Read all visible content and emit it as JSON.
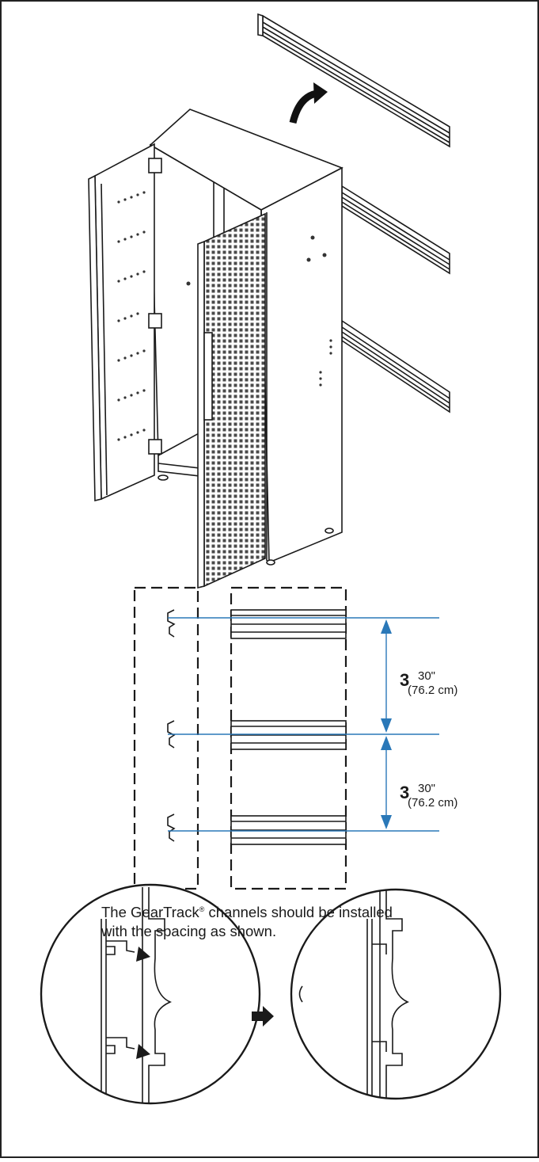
{
  "dimensions": {
    "upper": {
      "num": "3",
      "imperial": "30\"",
      "metric": "(76.2 cm)"
    },
    "lower": {
      "num": "3",
      "imperial": "30\"",
      "metric": "(76.2 cm)"
    }
  },
  "caption": {
    "line1_a": "The GearTrack",
    "mark": "®",
    "line1_b": " channels should be installed",
    "line2": "with the spacing as shown."
  },
  "colors": {
    "line": "#1a1a1a",
    "dimension": "#2a78b8"
  },
  "icons": [
    "curved-arrow-icon",
    "right-arrow-icon"
  ]
}
